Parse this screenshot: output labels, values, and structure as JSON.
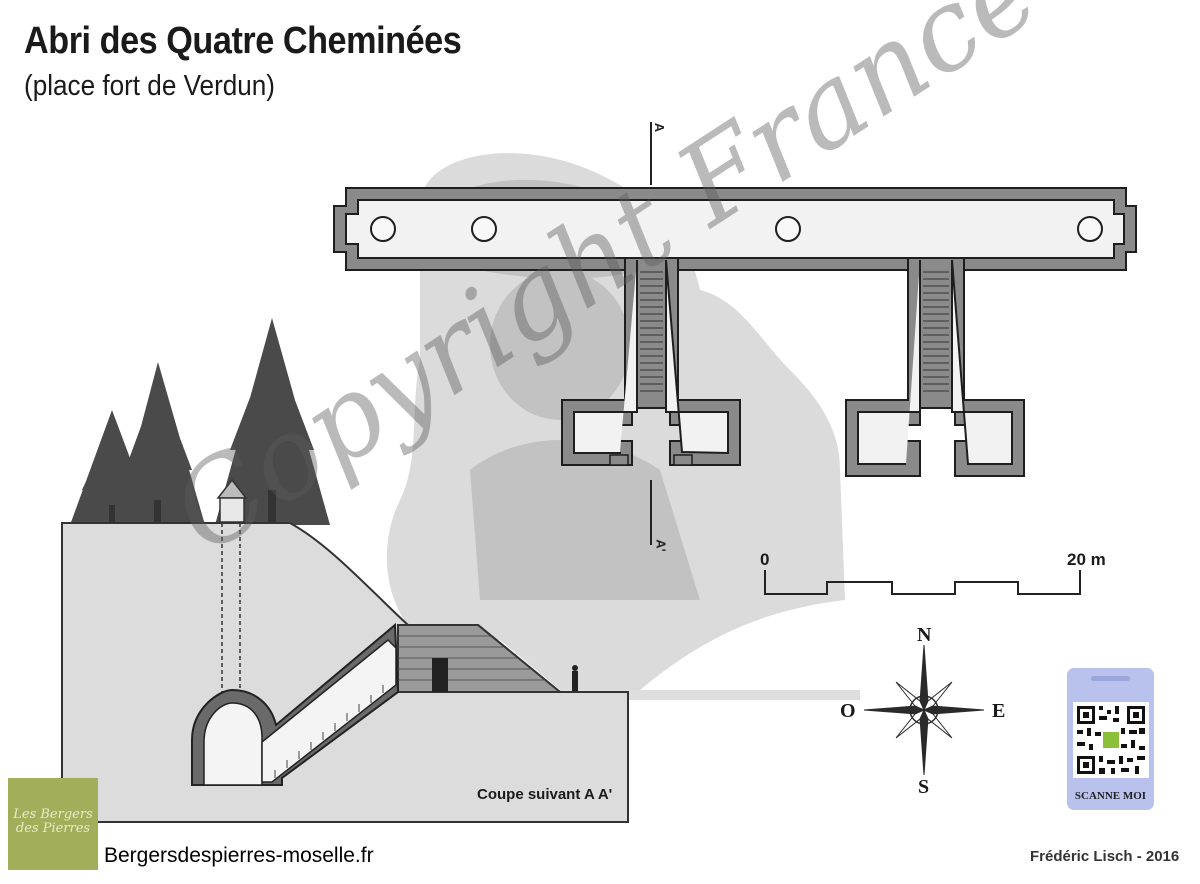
{
  "title": "Abri des Quatre Cheminées",
  "subtitle": "(place fort de Verdun)",
  "section_marker_top": "A",
  "section_marker_bottom": "A'",
  "scale": {
    "start": "0",
    "end": "20 m"
  },
  "compass": {
    "north": "N",
    "south": "S",
    "west": "O",
    "east": "E"
  },
  "section_caption": "Coupe suivant A A'",
  "watermark": "Copyright France",
  "logo_text": "Les Bergers des Pierres",
  "qr_label": "SCANNE MOI",
  "website": "Bergersdespierres-moselle.fr",
  "author": "Frédéric Lisch - 2016",
  "colors": {
    "wall_dark": "#3a3a3a",
    "wall_fill": "#b5b5b5",
    "ground": "#dcdcdc",
    "logo": "#a4ad5a",
    "qr_card": "#b8c2ec"
  }
}
